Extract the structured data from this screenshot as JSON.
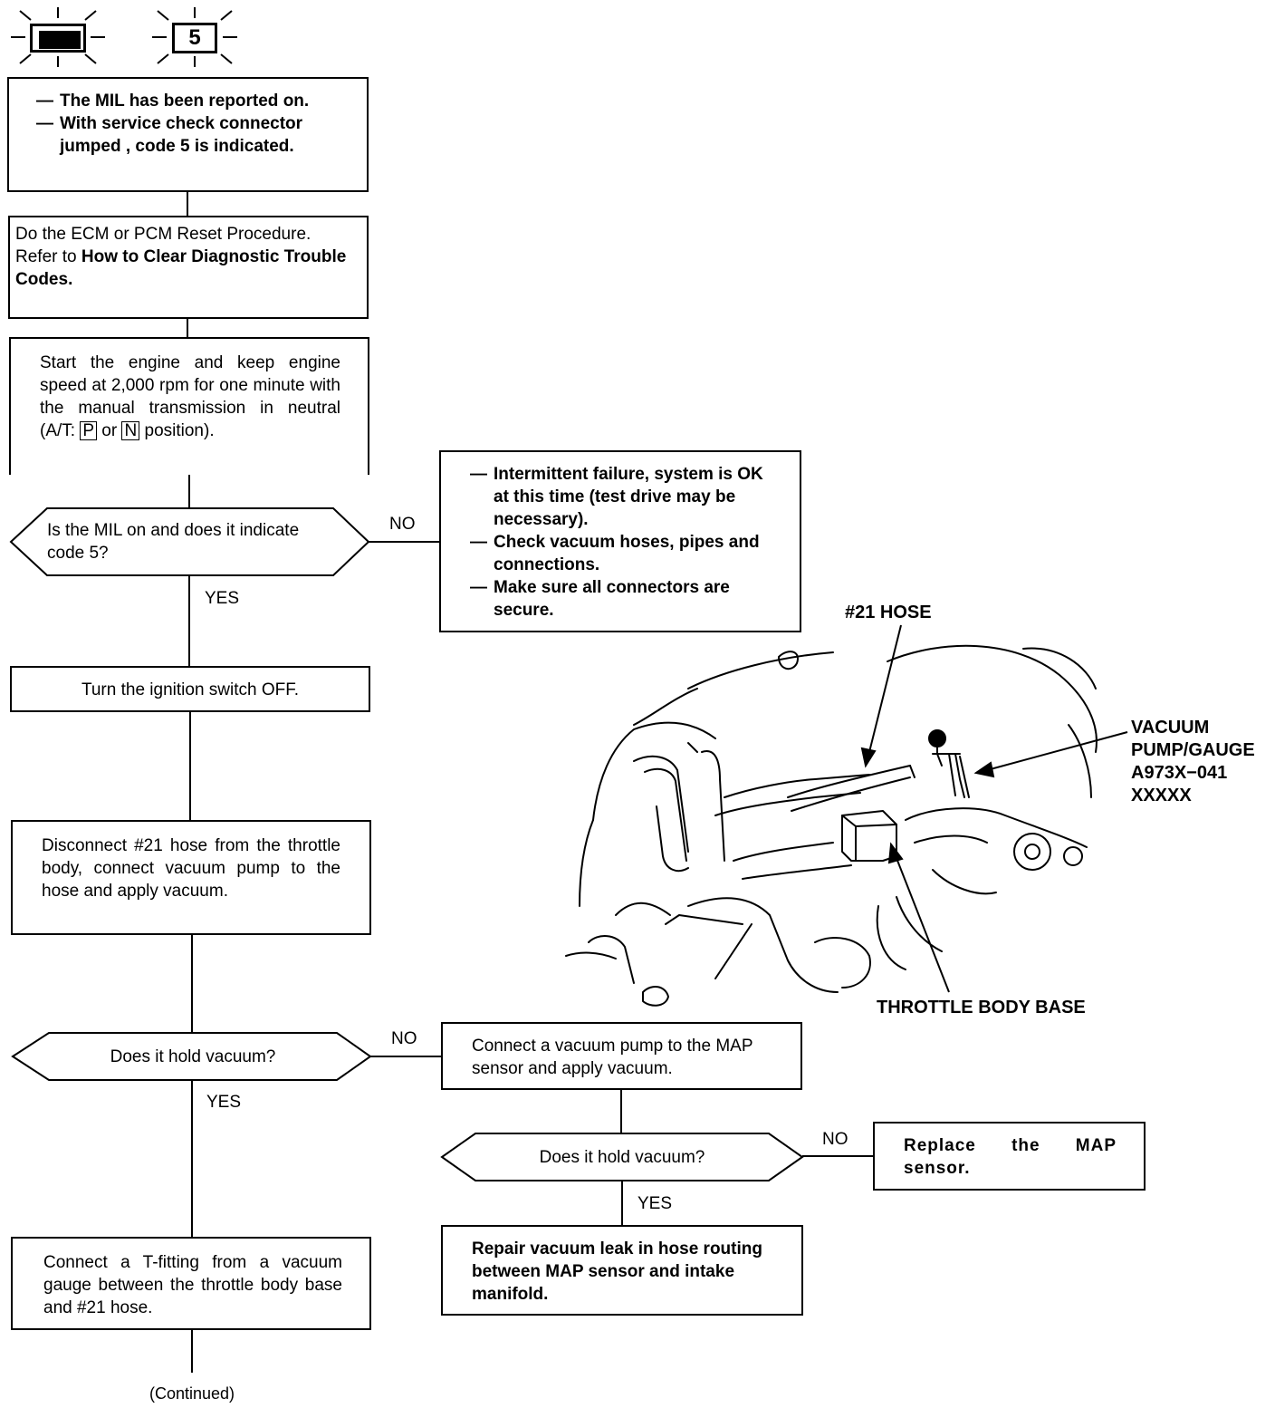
{
  "header": {
    "mil_icon": "check-engine-icon",
    "code_label": "5"
  },
  "box_symptoms": {
    "items": [
      "The MIL has been reported on.",
      "With service check connector jumped , code 5 is indicated."
    ]
  },
  "box_reset": {
    "line1": "Do the ECM or PCM Reset Procedure.",
    "line2_prefix": "Refer to ",
    "line2_bold": "How to Clear Diagnostic Trouble Codes."
  },
  "box_start": {
    "text_a": "Start the engine and keep engine speed at 2,000 rpm for one minute with the manual transmission in neutral (A/T: ",
    "key_p": "P",
    "text_or": " or ",
    "key_n": "N",
    "text_b": " position)."
  },
  "decision_mil": {
    "text": "Is the MIL on and does it indicate code 5?"
  },
  "labels": {
    "no": "NO",
    "yes": "YES"
  },
  "box_intermittent": {
    "items": [
      "Intermittent failure, system is OK at this time (test drive may be necessary).",
      "Check vacuum hoses, pipes and connections.",
      "Make sure all connectors are secure."
    ]
  },
  "box_ignition": {
    "text": "Turn the ignition switch OFF."
  },
  "box_disconnect": {
    "text": "Disconnect #21 hose from the throttle body, connect vacuum pump to the hose and apply vacuum."
  },
  "decision_hold1": {
    "text": "Does it hold vacuum?"
  },
  "box_connect_map": {
    "text": "Connect a vacuum pump to the MAP sensor and apply vacuum."
  },
  "decision_hold2": {
    "text": "Does it hold vacuum?"
  },
  "box_replace_map": {
    "text": "Replace the MAP sensor."
  },
  "box_repair": {
    "text": "Repair vacuum leak in hose routing between MAP sensor and intake manifold."
  },
  "box_tfitting": {
    "text": "Connect a T-fitting from a vacuum gauge between the throttle body base and #21 hose."
  },
  "continued": "(Continued)",
  "illustration": {
    "hose_label": "#21 HOSE",
    "pump_label_lines": [
      "VACUUM",
      "PUMP/GAUGE",
      "A973X−041",
      "XXXXX"
    ],
    "throttle_label": "THROTTLE BODY BASE"
  }
}
